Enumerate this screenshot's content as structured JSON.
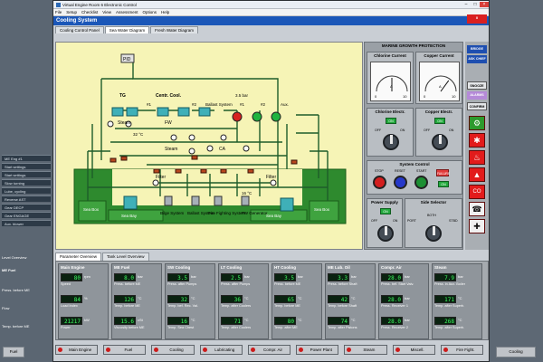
{
  "background_left": {
    "items": [
      "ME Eng #1",
      "Start settings",
      "Start settings",
      "Slow turning",
      "Lube, cycling",
      "Reverse AST",
      "Gear DECP",
      "Gear ENGAGE",
      "Aux. blower"
    ],
    "tabs": [
      "Level Overview"
    ],
    "labels": [
      "ME Fuel",
      "Press. before ME",
      "Flow",
      "Temp. before ME"
    ]
  },
  "background_bottom": [
    "Fuel",
    "Cooling"
  ],
  "window": {
    "title": "Virtual Engine Room 6 Electronic Control",
    "menu": [
      "File",
      "Setup",
      "Checklist",
      "View",
      "Assessment",
      "Options",
      "Help"
    ],
    "header": "Cooling System",
    "tabs": [
      "Cooling Control Panel",
      "Sea Water Diagram",
      "Fresh Water Diagram"
    ]
  },
  "diagram": {
    "labels": {
      "pid": "PID",
      "tg": "TG",
      "centr_cool": "Centr. Cool.",
      "steam": "Steam",
      "fw": "FW",
      "n1": "#1",
      "n2": "#2",
      "temp32": "32 °C",
      "ballast_system": "Ballast System",
      "bar35": "3.5 bar",
      "p1": "#1",
      "p2": "#2",
      "aux": "Aux.",
      "steam2": "Steam",
      "ca": "CA",
      "filter1": "Filter",
      "filter2": "Filter",
      "temp16": "16 °C",
      "sea_box1": "Sea Box",
      "sea_bay1": "Sea Bay",
      "bilge": "Bilge System",
      "ballast2": "Ballast System",
      "fire": "Fire Fighting System",
      "fw_gen": "FW Generator",
      "sea_box2": "Sea Box",
      "sea_bay2": "Sea Bay"
    }
  },
  "marine_growth": {
    "title": "MARINE GROWTH PROTECTION",
    "chlorine_current": {
      "title": "Chlorine Current",
      "unit": "A",
      "scale": [
        "0",
        "10"
      ],
      "value": 5
    },
    "copper_current": {
      "title": "Copper Current",
      "unit": "A",
      "scale": [
        "0",
        "10"
      ],
      "value": 7
    },
    "chlorine_electr": {
      "title": "Chlorine Electr.",
      "state": "ON",
      "off": "OFF",
      "on": "ON"
    },
    "copper_electr": {
      "title": "Copper Electr.",
      "state": "ON",
      "off": "OFF",
      "on": "ON"
    },
    "system_control": {
      "title": "System Control",
      "stop": "STOP",
      "reset": "RESET",
      "start": "START",
      "failure": "FAILURE",
      "on": "ON"
    },
    "power_supply": {
      "title": "Power Supply",
      "state": "ON",
      "off": "OFF",
      "on": "ON"
    },
    "side_selector": {
      "title": "Side Selector",
      "port": "PORT",
      "both": "BOTH",
      "stbd": "STBD"
    }
  },
  "right_bar": {
    "bridge": "BRIDGE",
    "ask_chief": "ASK CHIEF",
    "snooze": "SNOOZE",
    "alarms": "ALARMS",
    "confirm": "CONFIRM",
    "icons": [
      "engine-icon",
      "gear-icon",
      "fire-icon",
      "flame-icon",
      "co2-icon",
      "phone-icon",
      "valve-icon"
    ]
  },
  "param_tabs": [
    "Parameter Overview",
    "Tank Level Overview"
  ],
  "params": [
    {
      "title": "Main Engine",
      "rows": [
        {
          "value": "80",
          "unit": "rpm",
          "label": "Speed"
        },
        {
          "value": "84",
          "unit": "%",
          "label": "Load Index"
        },
        {
          "value": "21217",
          "unit": "kW",
          "label": "Power"
        }
      ]
    },
    {
      "title": "ME Fuel",
      "rows": [
        {
          "value": "8.0",
          "unit": "bar",
          "label": "Press. before ME"
        },
        {
          "value": "126",
          "unit": "°C",
          "label": "Temp. before ME"
        },
        {
          "value": "15.6",
          "unit": "cSt",
          "label": "Viscosity before ME"
        }
      ]
    },
    {
      "title": "SW Cooling",
      "rows": [
        {
          "value": "3.5",
          "unit": "bar",
          "label": "Press. after Pumps"
        },
        {
          "value": "32",
          "unit": "°C",
          "label": "Temp. bef. Rec. Val."
        },
        {
          "value": "16",
          "unit": "°C",
          "label": "Temp. Sea Chest"
        }
      ]
    },
    {
      "title": "LT Cooling",
      "rows": [
        {
          "value": "2.5",
          "unit": "bar",
          "label": "Press. after Pumps"
        },
        {
          "value": "36",
          "unit": "°C",
          "label": "Temp. after Coolers"
        },
        {
          "value": "71",
          "unit": "°C",
          "label": "Temp. after Coolers"
        }
      ]
    },
    {
      "title": "HT Cooling",
      "rows": [
        {
          "value": "3.5",
          "unit": "bar",
          "label": "Press. before ME"
        },
        {
          "value": "65",
          "unit": "°C",
          "label": "Temp. before ME"
        },
        {
          "value": "80",
          "unit": "°C",
          "label": "Temp. after ME"
        }
      ]
    },
    {
      "title": "ME Lub. Oil",
      "rows": [
        {
          "value": "3.3",
          "unit": "bar",
          "label": "Press. before Shaft"
        },
        {
          "value": "42",
          "unit": "°C",
          "label": "Temp. before Shaft"
        },
        {
          "value": "74",
          "unit": "°C",
          "label": "Temp. after Pistons"
        }
      ]
    },
    {
      "title": "Compr. Air",
      "rows": [
        {
          "value": "28.0",
          "unit": "bar",
          "label": "Press. bef. Start Valv."
        },
        {
          "value": "28.0",
          "unit": "bar",
          "label": "Press. Receiver 1"
        },
        {
          "value": "28.0",
          "unit": "bar",
          "label": "Press. Receiver 2"
        }
      ]
    },
    {
      "title": "Steam",
      "rows": [
        {
          "value": "7.9",
          "unit": "bar",
          "label": "Press. in Aux. Boiler"
        },
        {
          "value": "171",
          "unit": "°C",
          "label": "Temp. after Superh."
        },
        {
          "value": "268",
          "unit": "°C",
          "label": "Temp. after Superh."
        }
      ]
    }
  ],
  "bottom_buttons": [
    "Main Engine",
    "Fuel",
    "Cooling",
    "Lubricating",
    "Compr. Air",
    "Power Plant",
    "Steam",
    "Miscell.",
    "Fire Fight."
  ],
  "colors": {
    "header": "#1b57b8",
    "diagram_bg": "#f6f4b6",
    "sea": "#2e8a2e",
    "pipe": "#1e5c2a",
    "lcd": "#3eff62"
  }
}
